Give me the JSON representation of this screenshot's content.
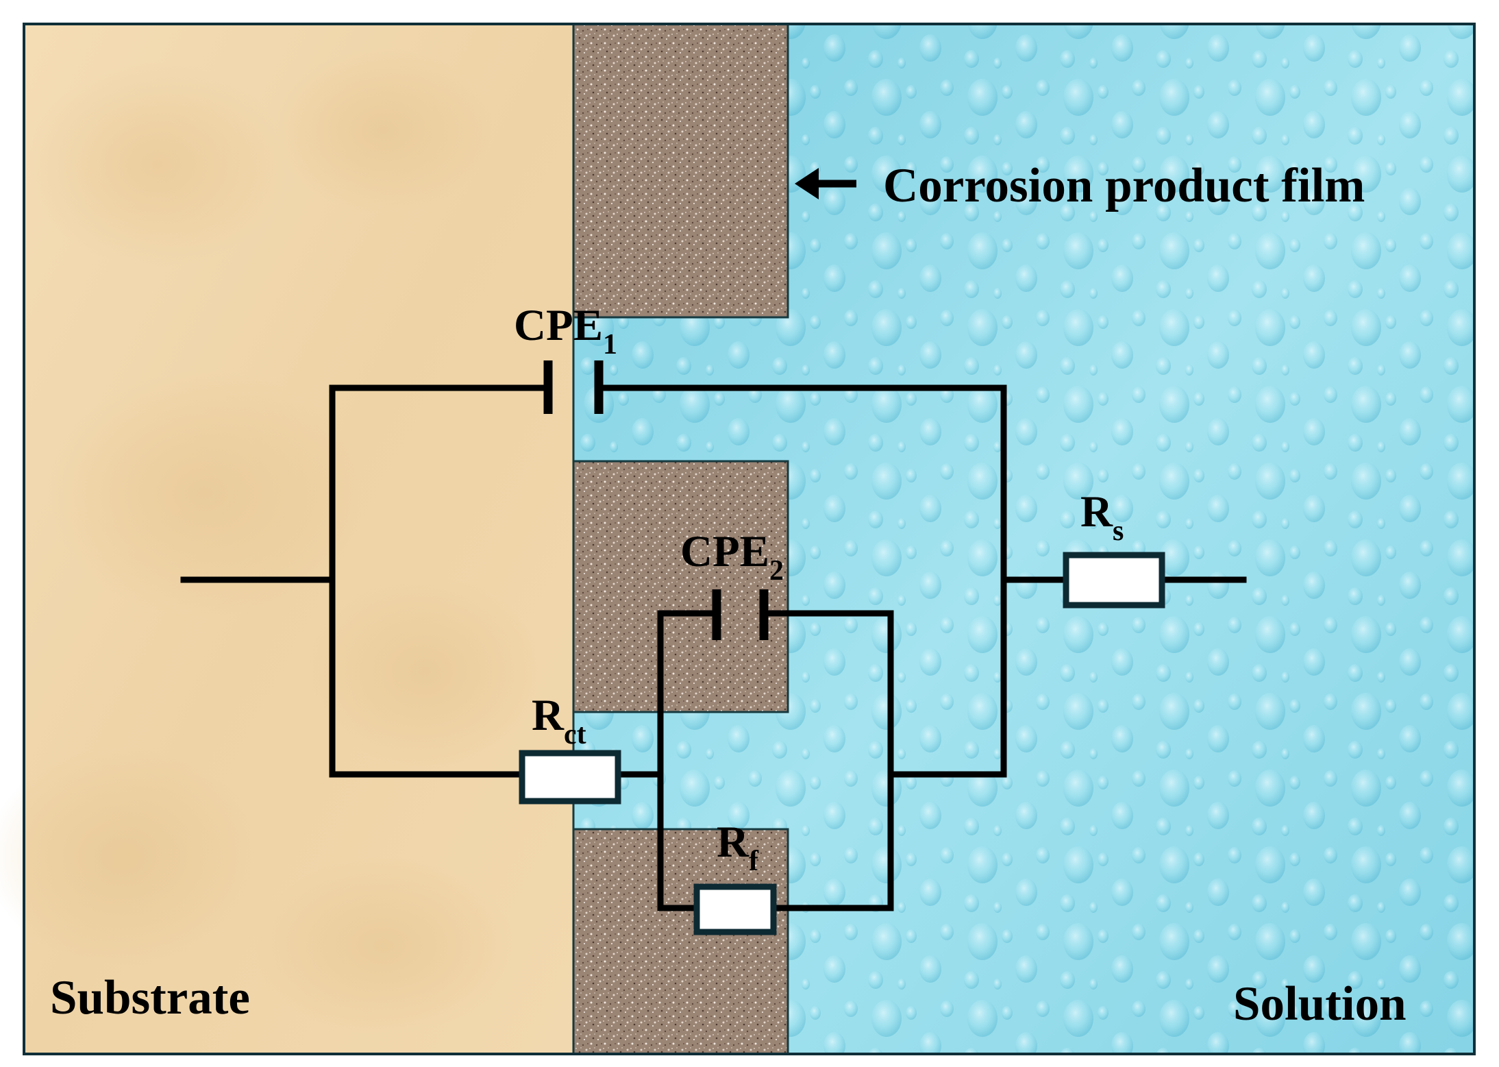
{
  "labels": {
    "substrate": "Substrate",
    "solution": "Solution",
    "film": "Corrosion product film"
  },
  "components": {
    "cpe1": {
      "main": "CPE",
      "sub": "1"
    },
    "cpe2": {
      "main": "CPE",
      "sub": "2"
    },
    "rs": {
      "main": "R",
      "sub": "s"
    },
    "rct": {
      "main": "R",
      "sub": "ct"
    },
    "rf": {
      "main": "R",
      "sub": "f"
    }
  },
  "colors": {
    "substrate": "#f0d7ad",
    "solution": "#8cd8e8",
    "film": "#9a8474",
    "wire": "#000000",
    "resistor_fill": "#ffffff"
  }
}
